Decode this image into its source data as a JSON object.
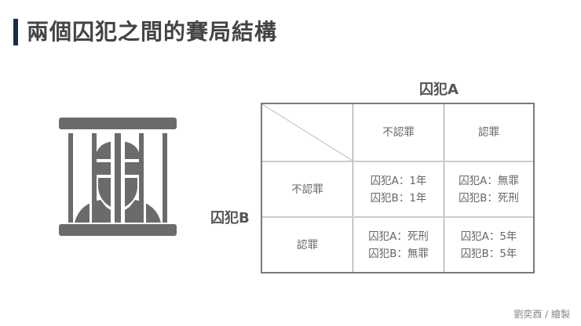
{
  "title": "兩個囚犯之間的賽局結構",
  "colors": {
    "accent_bar": "#1c2b46",
    "icon_gray": "#6b6b6b",
    "table_border": "#7a7a7a"
  },
  "icon": "prisoner-behind-bars-icon",
  "matrix": {
    "column_player": "囚犯A",
    "row_player": "囚犯B",
    "column_headers": [
      "不認罪",
      "認罪"
    ],
    "rows": [
      {
        "header": "不認罪",
        "cells": [
          {
            "line1": "囚犯A：1年",
            "line2": "囚犯B：1年"
          },
          {
            "line1": "囚犯A：無罪",
            "line2": "囚犯B：死刑"
          }
        ]
      },
      {
        "header": "認罪",
        "cells": [
          {
            "line1": "囚犯A：死刑",
            "line2": "囚犯B：無罪"
          },
          {
            "line1": "囚犯A：5年",
            "line2": "囚犯B：5年"
          }
        ]
      }
    ]
  },
  "credit": "劉奕酉 / 繪製"
}
